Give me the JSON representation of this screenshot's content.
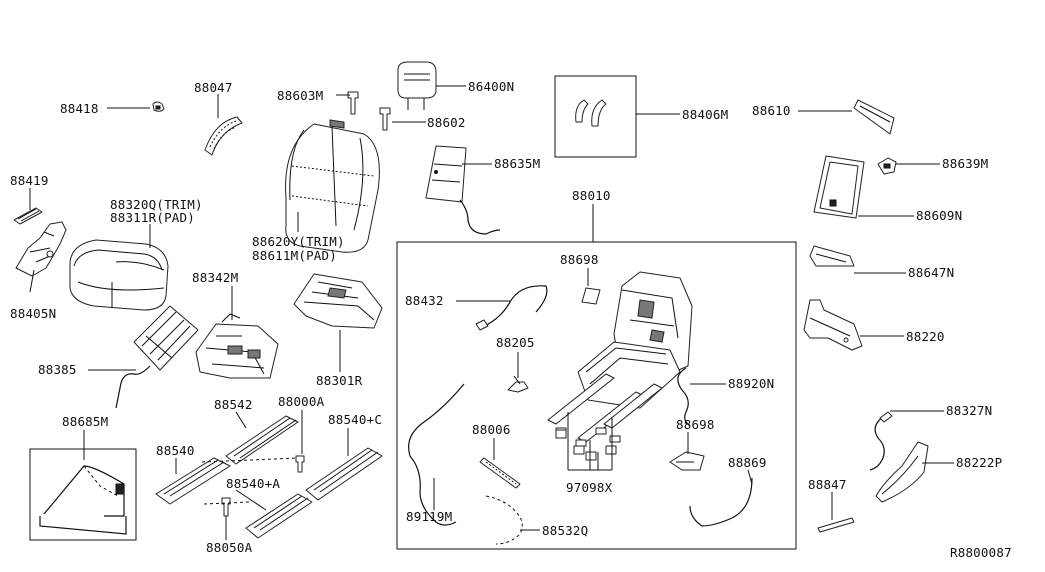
{
  "diagram_id": "R8800087",
  "callouts": {
    "c88418": "88418",
    "c88047": "88047",
    "c88603m": "88603M",
    "c86400n": "86400N",
    "c88602": "88602",
    "c88406m": "88406M",
    "c88610": "88610",
    "c88639m": "88639M",
    "c88609n": "88609N",
    "c88635m": "88635M",
    "c88419": "88419",
    "c88320q": "88320Q(TRIM)",
    "c88311r": "88311R(PAD)",
    "c88620y": "88620Y(TRIM)",
    "c88611m": "88611M(PAD)",
    "c88010": "88010",
    "c88647n": "88647N",
    "c88405n": "88405N",
    "c88342m": "88342M",
    "c88698a": "88698",
    "c88432": "88432",
    "c88220": "88220",
    "c88301r": "88301R",
    "c88205": "88205",
    "c88385": "88385",
    "c88920n": "88920N",
    "c88327n": "88327N",
    "c88542": "88542",
    "c88000a": "88000A",
    "c88540c": "88540+C",
    "c88685m": "88685M",
    "c88006": "88006",
    "c88698b": "88698",
    "c88222p": "88222P",
    "c88540": "88540",
    "c88869": "88869",
    "c88540a": "88540+A",
    "c97098x": "97098X",
    "c88847": "88847",
    "c89119m": "89119M",
    "c88532q": "88532Q",
    "c88050a": "88050A"
  }
}
